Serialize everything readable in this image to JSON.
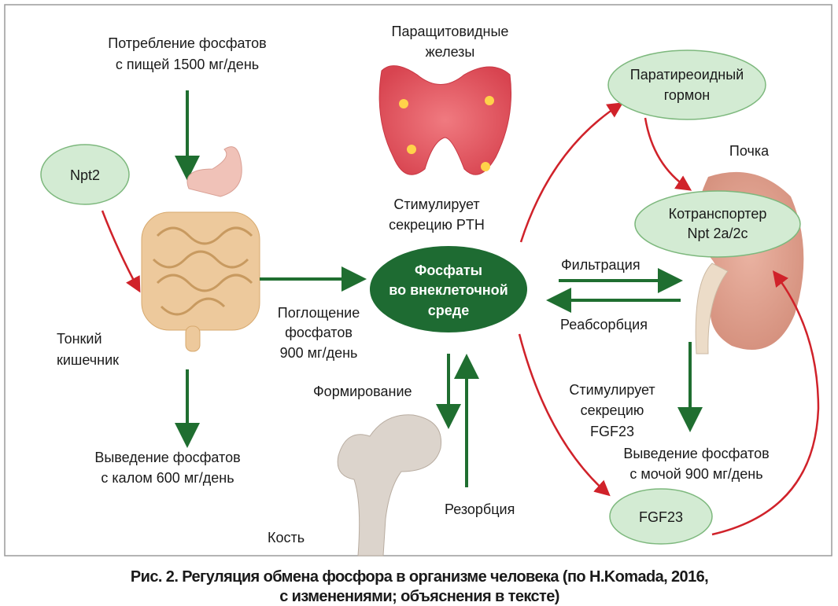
{
  "colors": {
    "green_arrow": "#1f6e30",
    "red_arrow": "#d0222a",
    "ellipse_fill": "#d3ebd3",
    "ellipse_stroke": "#7db87d",
    "center_fill": "#1e6b32"
  },
  "intake": {
    "line1": "Потребление фосфатов",
    "line2": "с пищей 1500 мг/день"
  },
  "npt2": "Npt2",
  "intestine": {
    "line1": "Тонкий",
    "line2": "кишечник"
  },
  "feces": {
    "line1": "Выведение фосфатов",
    "line2": "с калом 600 мг/день"
  },
  "absorption": {
    "line1": "Поглощение",
    "line2": "фосфатов",
    "line3": "900 мг/день"
  },
  "parathyroid": {
    "line1": "Паращитовидные",
    "line2": "железы"
  },
  "stim_pth": {
    "line1": "Стимулирует",
    "line2": "секрецию PTH"
  },
  "center": {
    "line1": "Фосфаты",
    "line2": "во внеклеточной",
    "line3": "среде"
  },
  "pth": {
    "line1": "Паратиреоидный",
    "line2": "гормон"
  },
  "kidney": "Почка",
  "cotransporter": {
    "line1": "Котранспортер",
    "line2": "Npt 2a/2c"
  },
  "filtration": "Фильтрация",
  "reabsorption": "Реабсорбция",
  "stim_fgf": {
    "line1": "Стимулирует",
    "line2": "секрецию",
    "line3": "FGF23"
  },
  "urine": {
    "line1": "Выведение фосфатов",
    "line2": "с мочой 900 мг/день"
  },
  "fgf23": "FGF23",
  "formation": "Формирование",
  "resorption": "Резорбция",
  "bone": "Кость",
  "caption": {
    "line1": "Рис. 2. Регуляция обмена фосфора в организме человека (по H.Komada, 2016,",
    "line2": "с изменениями; объяснения в тексте)"
  }
}
